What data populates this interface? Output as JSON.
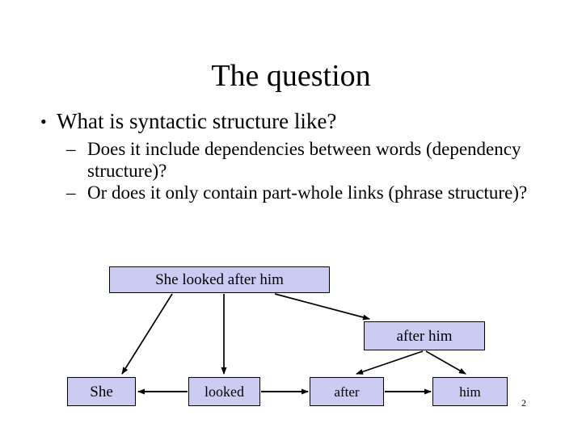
{
  "slide": {
    "title": "The question",
    "page_number": "2",
    "background_color": "#ffffff",
    "text_color": "#000000"
  },
  "bullets": {
    "level1": {
      "marker": "•",
      "text": "What is syntactic structure like?"
    },
    "level2": [
      {
        "marker": "–",
        "text": "Does it include dependencies between words (dependency structure)?"
      },
      {
        "marker": "–",
        "text": "Or does it only contain part-whole links (phrase structure)?"
      }
    ]
  },
  "diagram": {
    "node_fill_color": "#ccccf2",
    "node_border_color": "#000000",
    "arrow_color": "#000000",
    "nodes": {
      "phrase": "She looked after him",
      "after_him": "after him",
      "she": "She",
      "looked": "looked",
      "after": "after",
      "him": "him"
    },
    "edges": [
      {
        "from": "phrase",
        "to": "she"
      },
      {
        "from": "phrase",
        "to": "looked"
      },
      {
        "from": "phrase",
        "to": "after_him"
      },
      {
        "from": "after_him",
        "to": "after"
      },
      {
        "from": "after_him",
        "to": "him"
      },
      {
        "from": "looked",
        "to": "she"
      },
      {
        "from": "looked",
        "to": "after"
      },
      {
        "from": "after",
        "to": "him"
      }
    ]
  }
}
